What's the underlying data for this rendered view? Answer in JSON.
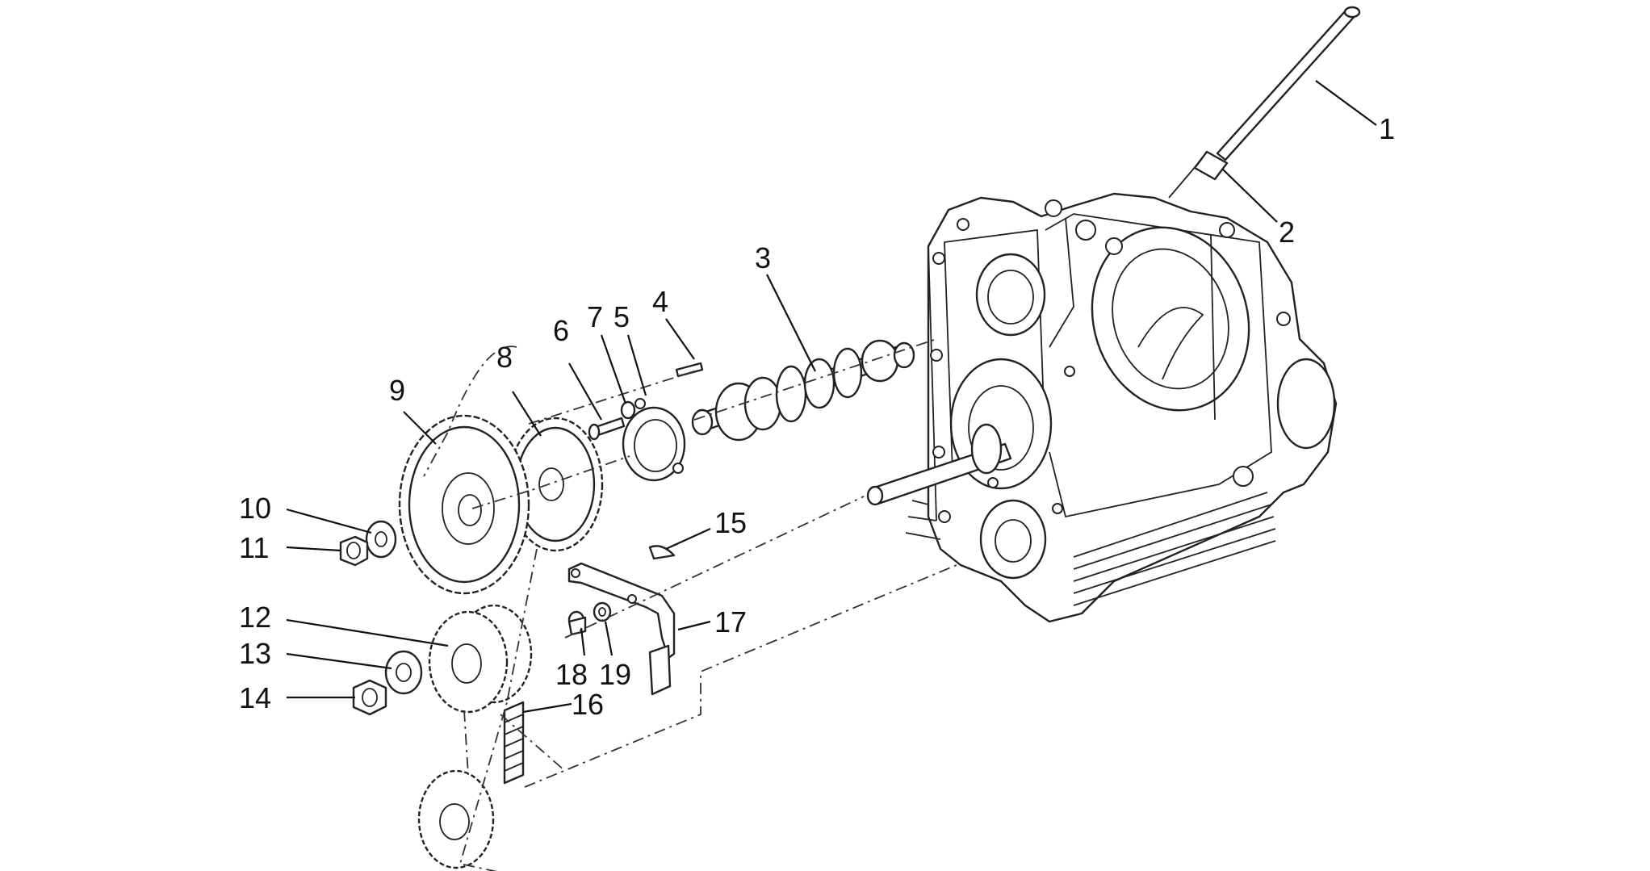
{
  "callouts": [
    {
      "id": "1",
      "label": "1"
    },
    {
      "id": "2",
      "label": "2"
    },
    {
      "id": "3",
      "label": "3"
    },
    {
      "id": "4",
      "label": "4"
    },
    {
      "id": "5",
      "label": "5"
    },
    {
      "id": "6",
      "label": "6"
    },
    {
      "id": "7",
      "label": "7"
    },
    {
      "id": "8",
      "label": "8"
    },
    {
      "id": "9",
      "label": "9"
    },
    {
      "id": "10",
      "label": "10"
    },
    {
      "id": "11",
      "label": "11"
    },
    {
      "id": "12",
      "label": "12"
    },
    {
      "id": "13",
      "label": "13"
    },
    {
      "id": "14",
      "label": "14"
    },
    {
      "id": "15",
      "label": "15"
    },
    {
      "id": "16",
      "label": "16"
    },
    {
      "id": "17",
      "label": "17"
    },
    {
      "id": "18",
      "label": "18"
    },
    {
      "id": "19",
      "label": "19"
    }
  ],
  "colors": {
    "line": "#222222",
    "background": "#ffffff"
  }
}
